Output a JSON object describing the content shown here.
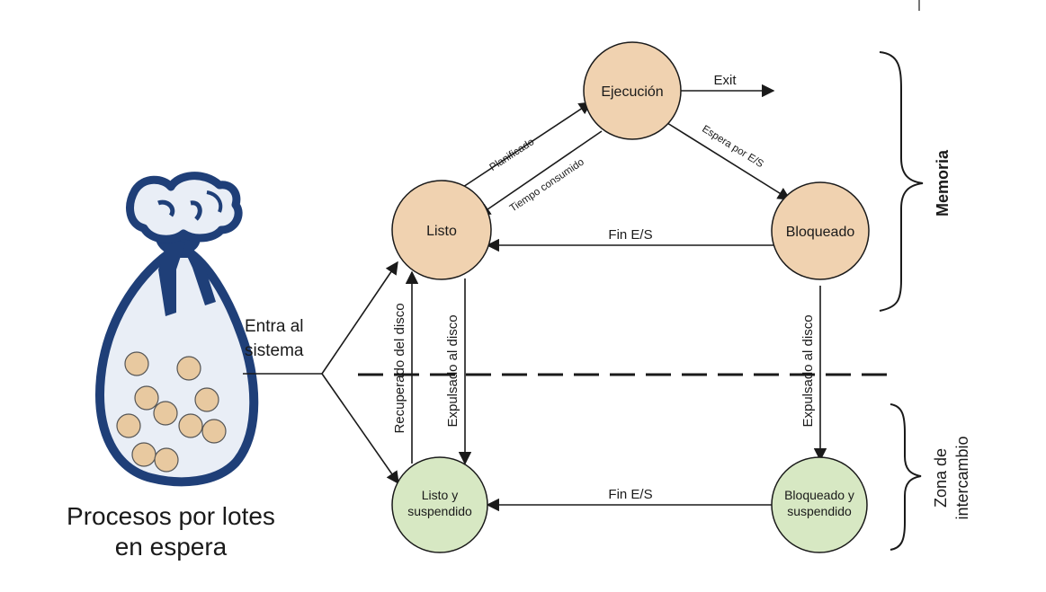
{
  "states": {
    "running": "Ejecución",
    "ready": "Listo",
    "blocked": "Bloqueado",
    "ready_suspended": [
      "Listo y",
      "suspendido"
    ],
    "blocked_suspended": [
      "Bloqueado y",
      "suspendido"
    ]
  },
  "transitions": {
    "exit": "Exit",
    "dispatch": "Planificado",
    "timeout": "Tiempo consumido",
    "event_wait": "Espera por E/S",
    "io_done_upper": "Fin E/S",
    "io_done_lower": "Fin E/S",
    "activate": "Recuperado del disco",
    "suspend_ready": "Expulsado al disco",
    "suspend_blocked": "Expulsado al disco",
    "admit": [
      "Entra al",
      "sistema"
    ]
  },
  "regions": {
    "memory": "Memoria",
    "swap": [
      "Zona de",
      "intercambio"
    ]
  },
  "batch_queue": [
    "Procesos por lotes",
    "en espera"
  ],
  "colors": {
    "main_state": "#f0d2b0",
    "suspended_state": "#d7e8c3",
    "bag": "#1f3f78",
    "bag_fill": "#e9eef6",
    "process_token": "#e8c9a0"
  }
}
